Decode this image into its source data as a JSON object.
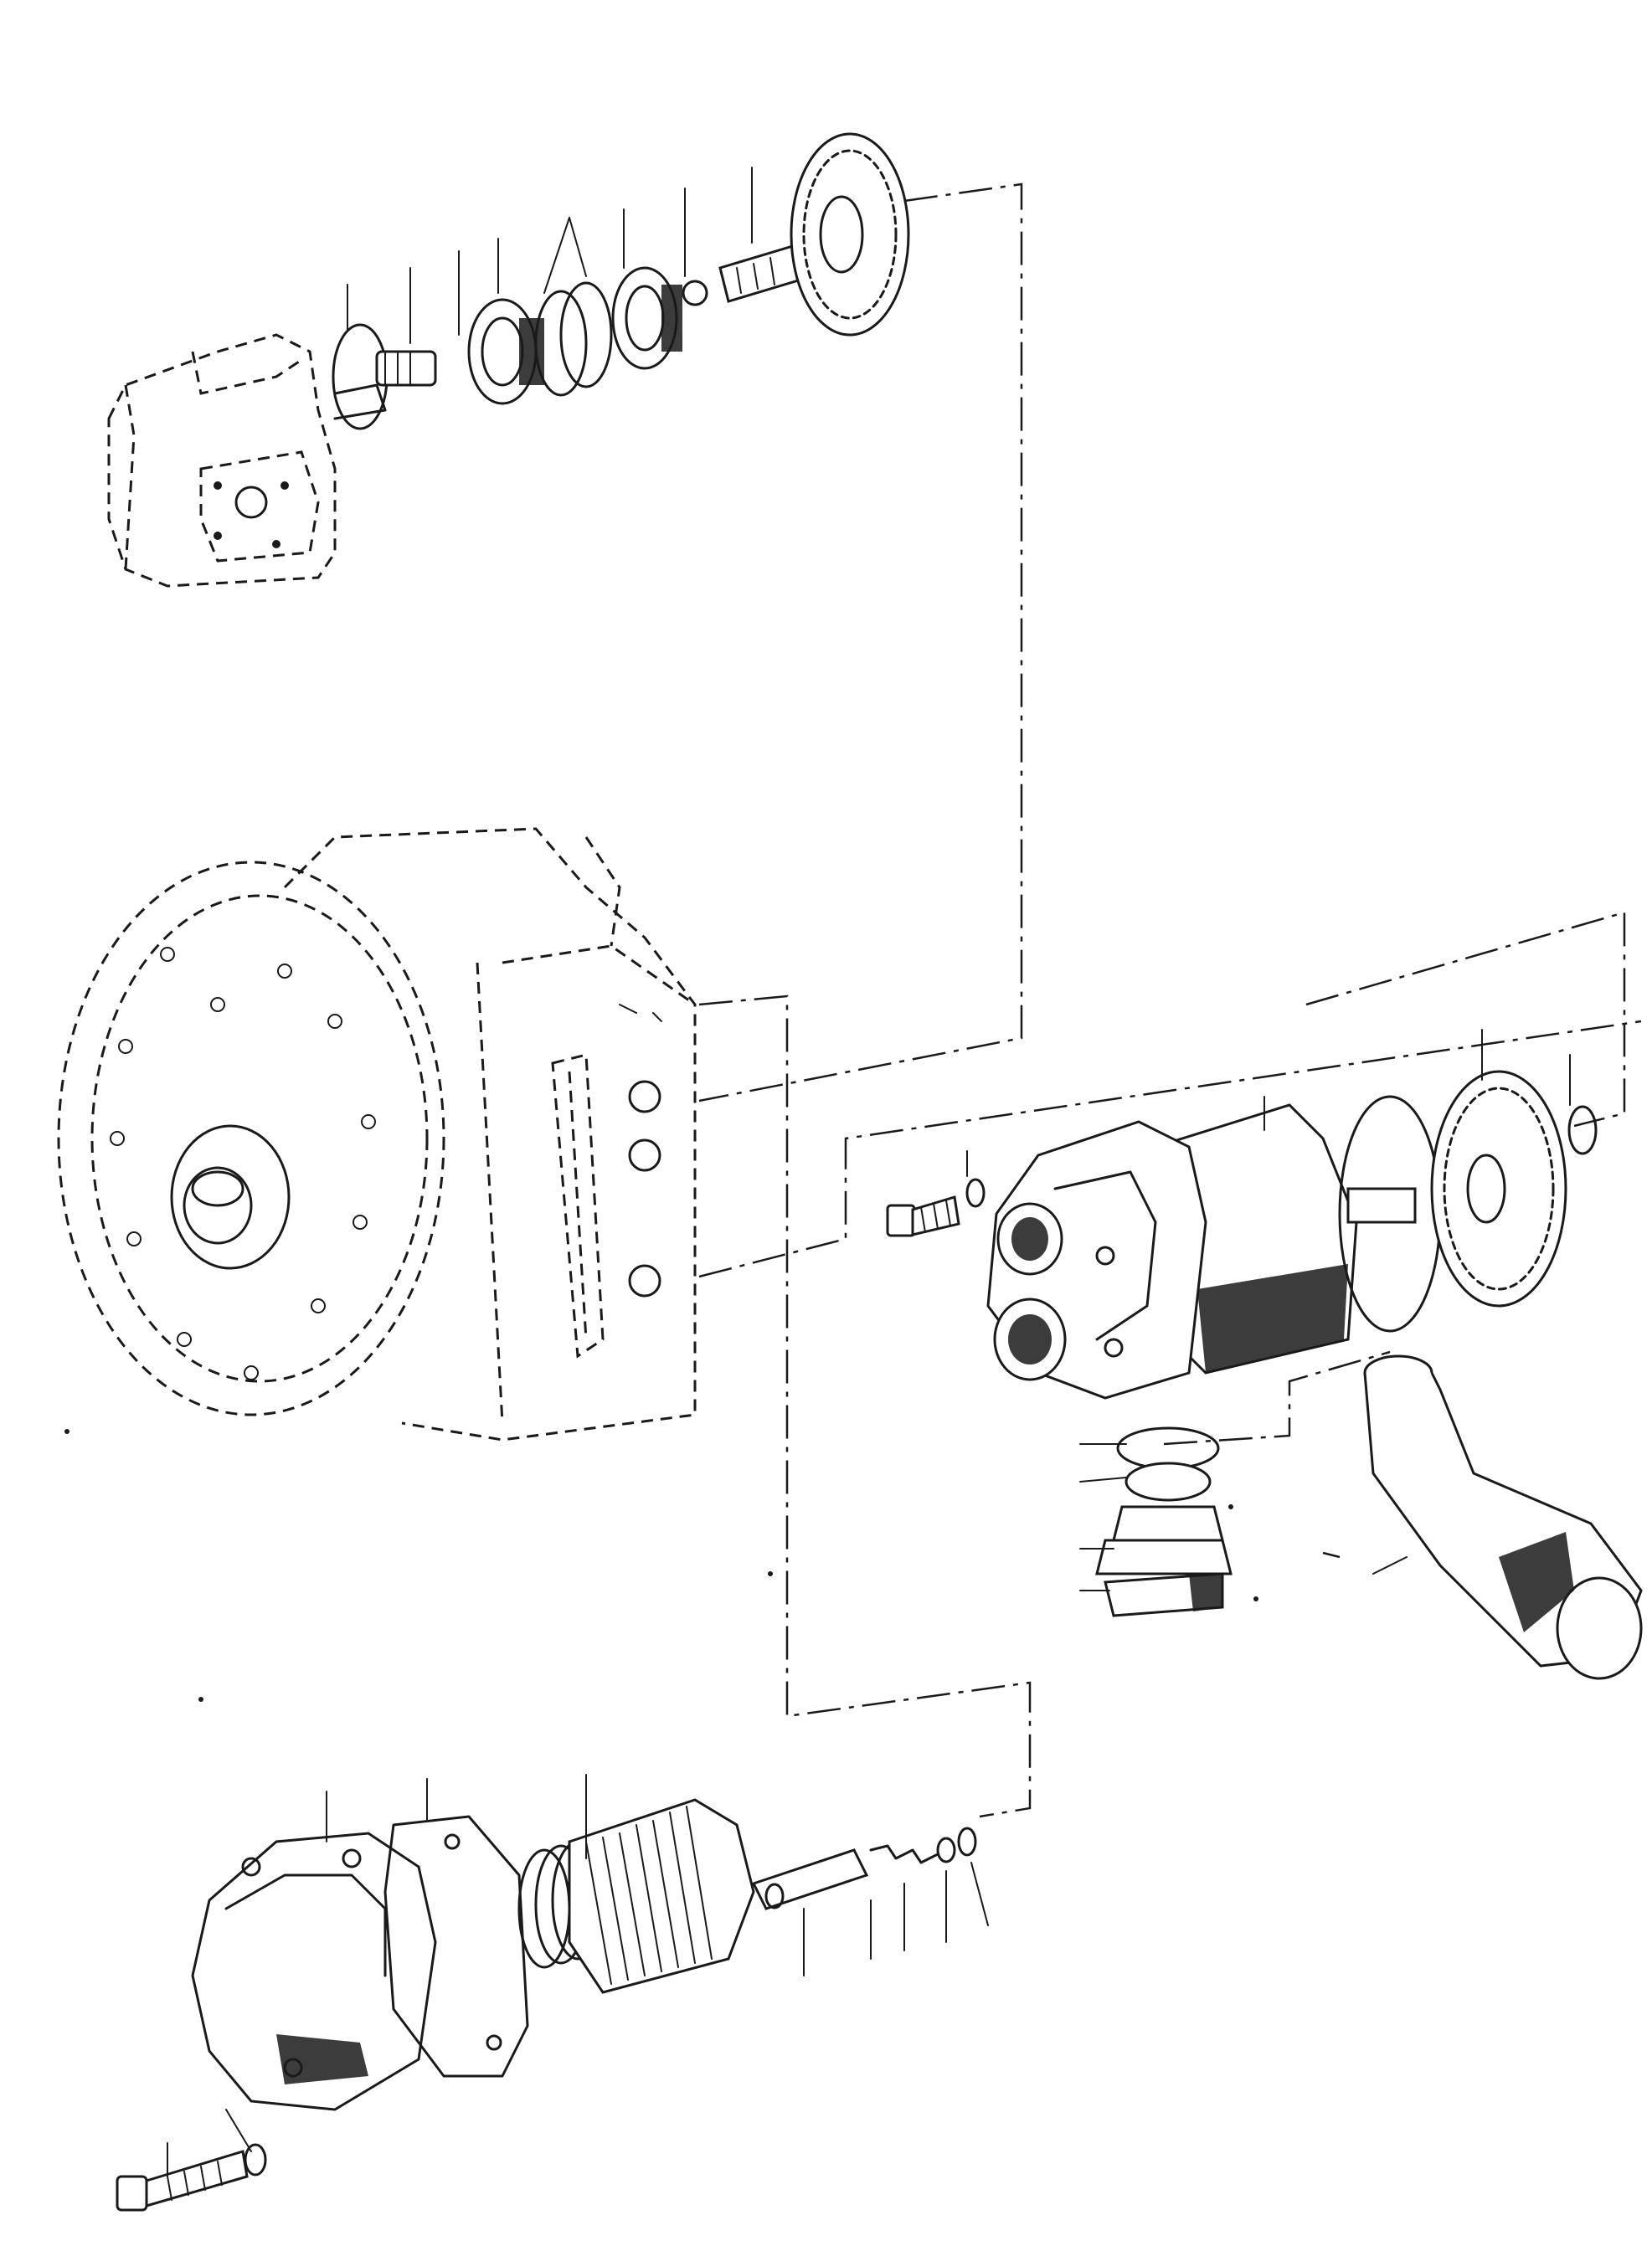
{
  "diagram": {
    "kind": "exploded-parts-illustration",
    "assemblies": [
      {
        "name": "pump-drive-housing",
        "icon": "dashed-housing"
      },
      {
        "name": "drive-gear-shaft",
        "icon": "spur-gear"
      },
      {
        "name": "transmission-housing",
        "icon": "dashed-housing"
      },
      {
        "name": "hydraulic-pump",
        "icon": "gear-pump"
      },
      {
        "name": "pump-gear",
        "icon": "spur-gear"
      },
      {
        "name": "suction-pipe",
        "icon": "elbow-pipe"
      },
      {
        "name": "filter-cover",
        "icon": "cover"
      },
      {
        "name": "filter-element",
        "icon": "pleated-filter"
      }
    ],
    "colors": {
      "ink": "#1a1a1a",
      "paper": "#ffffff"
    }
  }
}
